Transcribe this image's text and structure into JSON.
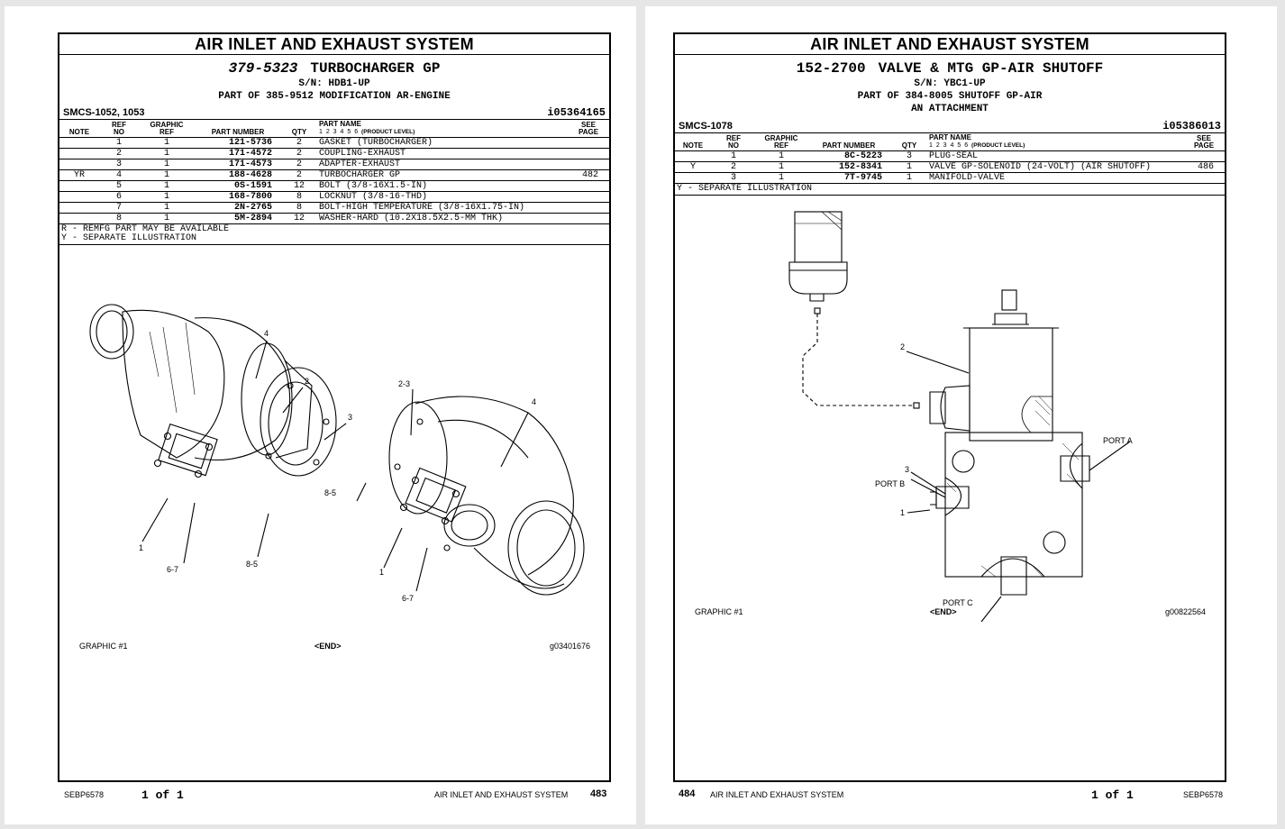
{
  "pages": [
    {
      "system_title": "AIR INLET AND EXHAUST SYSTEM",
      "part_number": "379-5323",
      "part_title": "TURBOCHARGER GP",
      "sn": "S/N: HDB1-UP",
      "part_of": "PART OF 385-9512 MODIFICATION AR-ENGINE",
      "attachment": "",
      "smcs": "SMCS-1052, 1053",
      "doc_id": "i05364165",
      "headers": {
        "note": "NOTE",
        "ref1": "REF",
        "ref2": "NO",
        "graphic1": "GRAPHIC",
        "graphic2": "REF",
        "part_number": "PART NUMBER",
        "qty": "QTY",
        "part_name": "PART NAME",
        "levels": "1 2 3 4 5 6",
        "product_level": "(PRODUCT LEVEL)",
        "see1": "SEE",
        "see2": "PAGE"
      },
      "rows": [
        {
          "note": "",
          "ref": "1",
          "graphic": "1",
          "part": "121-5736",
          "qty": "2",
          "name": "GASKET (TURBOCHARGER)",
          "see": ""
        },
        {
          "note": "",
          "ref": "2",
          "graphic": "1",
          "part": "171-4572",
          "qty": "2",
          "name": "COUPLING-EXHAUST",
          "see": ""
        },
        {
          "note": "",
          "ref": "3",
          "graphic": "1",
          "part": "171-4573",
          "qty": "2",
          "name": "ADAPTER-EXHAUST",
          "see": ""
        },
        {
          "note": "YR",
          "ref": "4",
          "graphic": "1",
          "part": "188-4628",
          "qty": "2",
          "name": "TURBOCHARGER GP",
          "see": "482"
        },
        {
          "note": "",
          "ref": "5",
          "graphic": "1",
          "part": "0S-1591",
          "qty": "12",
          "name": "BOLT (3/8-16X1.5-IN)",
          "see": ""
        },
        {
          "note": "",
          "ref": "6",
          "graphic": "1",
          "part": "168-7800",
          "qty": "8",
          "name": "LOCKNUT (3/8-16-THD)",
          "see": ""
        },
        {
          "note": "",
          "ref": "7",
          "graphic": "1",
          "part": "2N-2765",
          "qty": "8",
          "name": "BOLT-HIGH TEMPERATURE (3/8-16X1.75-IN)",
          "see": ""
        },
        {
          "note": "",
          "ref": "8",
          "graphic": "1",
          "part": "5M-2894",
          "qty": "12",
          "name": "WASHER-HARD (10.2X18.5X2.5-MM THK)",
          "see": ""
        }
      ],
      "notes": [
        "R - REMFG PART MAY BE AVAILABLE",
        "Y - SEPARATE ILLUSTRATION"
      ],
      "callouts": {
        "c4a": "4",
        "c2": "2",
        "c3": "3",
        "c23": "2-3",
        "c4b": "4",
        "c85a": "8-5",
        "c1a": "1",
        "c67a": "6-7",
        "c85b": "8-5",
        "c1b": "1",
        "c67b": "6-7"
      },
      "graphic_label": "GRAPHIC #1",
      "end_label": "<END>",
      "graphic_id": "g03401676",
      "footer": {
        "doc": "SEBP6578",
        "of": "1 of 1",
        "section": "AIR INLET AND EXHAUST SYSTEM",
        "page": "483"
      }
    },
    {
      "system_title": "AIR INLET AND EXHAUST SYSTEM",
      "part_number": "152-2700",
      "part_title": "VALVE & MTG GP-AIR SHUTOFF",
      "sn": "S/N: YBC1-UP",
      "part_of": "PART OF 384-8005 SHUTOFF GP-AIR",
      "attachment": "AN ATTACHMENT",
      "smcs": "SMCS-1078",
      "doc_id": "i05386013",
      "headers": {
        "note": "NOTE",
        "ref1": "REF",
        "ref2": "NO",
        "graphic1": "GRAPHIC",
        "graphic2": "REF",
        "part_number": "PART NUMBER",
        "qty": "QTY",
        "part_name": "PART NAME",
        "levels": "1 2 3 4 5 6",
        "product_level": "(PRODUCT LEVEL)",
        "see1": "SEE",
        "see2": "PAGE"
      },
      "rows": [
        {
          "note": "",
          "ref": "1",
          "graphic": "1",
          "part": "8C-5223",
          "qty": "3",
          "name": "PLUG-SEAL",
          "see": ""
        },
        {
          "note": "Y",
          "ref": "2",
          "graphic": "1",
          "part": "152-8341",
          "qty": "1",
          "name": "VALVE GP-SOLENOID (24-VOLT) (AIR SHUTOFF)",
          "see": "486"
        },
        {
          "note": "",
          "ref": "3",
          "graphic": "1",
          "part": "7T-9745",
          "qty": "1",
          "name": "MANIFOLD-VALVE",
          "see": ""
        }
      ],
      "notes": [
        "Y - SEPARATE ILLUSTRATION"
      ],
      "callouts": {
        "c2": "2",
        "c3": "3",
        "c1": "1",
        "porta": "PORT A",
        "portb": "PORT B",
        "portc": "PORT C"
      },
      "graphic_label": "GRAPHIC #1",
      "end_label": "<END>",
      "graphic_id": "g00822564",
      "footer": {
        "doc": "SEBP6578",
        "of": "1 of 1",
        "section": "AIR INLET AND EXHAUST SYSTEM",
        "page": "484"
      }
    }
  ]
}
